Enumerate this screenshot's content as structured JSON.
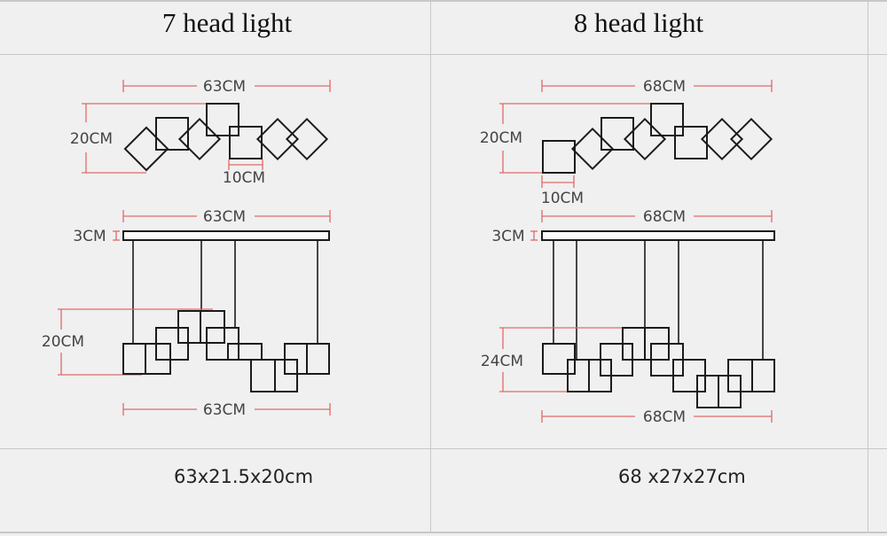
{
  "columns": [
    {
      "title": "7 head light",
      "spec": "63x21.5x20cm",
      "top_view": {
        "width": "63CM",
        "height": "20CM",
        "spacing": "10CM"
      },
      "side_view": {
        "width_top": "63CM",
        "bar_height": "3CM",
        "drop": "20CM",
        "width_bottom": "63CM"
      }
    },
    {
      "title": "8 head light",
      "spec": "68 x27x27cm",
      "top_view": {
        "width": "68CM",
        "height": "20CM",
        "spacing": "10CM"
      },
      "side_view": {
        "width_top": "68CM",
        "bar_height": "3CM",
        "drop": "24CM",
        "width_bottom": "68CM"
      }
    }
  ],
  "colors": {
    "dimension_line": "#e06a6a",
    "frame": "#1b1b1b",
    "background": "#f0f0f0"
  }
}
